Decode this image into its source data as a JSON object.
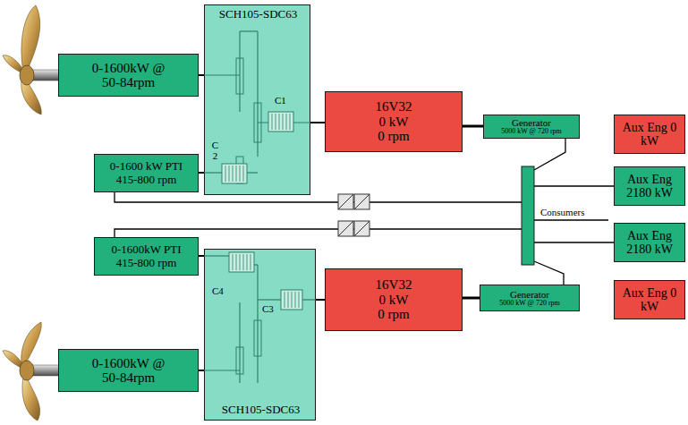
{
  "diagram": {
    "nodes": [
      {
        "text": [
          "SCH105-SDC63",
          "C1",
          "C 2"
        ]
      },
      {
        "text": [
          "0-1600kW @ 50-84rpm"
        ]
      },
      {
        "text": [
          "16V32",
          "0 kW",
          "0 rpm"
        ]
      },
      {
        "text": [
          "Generator",
          "5000 kW @ 720 rpm"
        ]
      },
      {
        "text": [
          "Aux Eng 0 kW"
        ]
      },
      {
        "text": [
          "0-1600 kW PTI 415-800 rpm"
        ]
      },
      {
        "text": [
          "Aux Eng 2180 kW"
        ]
      },
      {
        "text": [
          "Aux Eng 2180 kW"
        ]
      },
      {
        "text": [
          "0-1600kW PTI 415-800 rpm"
        ]
      },
      {
        "text": [
          "SCH105-SDC63",
          "C4",
          "C3"
        ]
      },
      {
        "text": [
          "16V32",
          "0 kW",
          "0 rpm"
        ]
      },
      {
        "text": [
          "Generator",
          "5000 kW @ 720 rpm"
        ]
      },
      {
        "text": [
          "Aux Eng 0 kW"
        ]
      },
      {
        "text": [
          "0-1600kW @ 50-84rpm"
        ]
      }
    ],
    "edges": [
      {
        "from": 1,
        "to": 0,
        "arrow": "none"
      },
      {
        "from": 5,
        "to": 0,
        "arrow": "none"
      },
      {
        "from": 0,
        "to": 2,
        "arrow": "none"
      },
      {
        "from": 2,
        "to": 3,
        "arrow": "none"
      },
      {
        "from": 13,
        "to": 9,
        "arrow": "none"
      },
      {
        "from": 8,
        "to": 9,
        "arrow": "none"
      },
      {
        "from": 9,
        "to": 10,
        "arrow": "none"
      },
      {
        "from": 10,
        "to": 11,
        "arrow": "none"
      }
    ],
    "labels": [
      "Consumers"
    ]
  }
}
